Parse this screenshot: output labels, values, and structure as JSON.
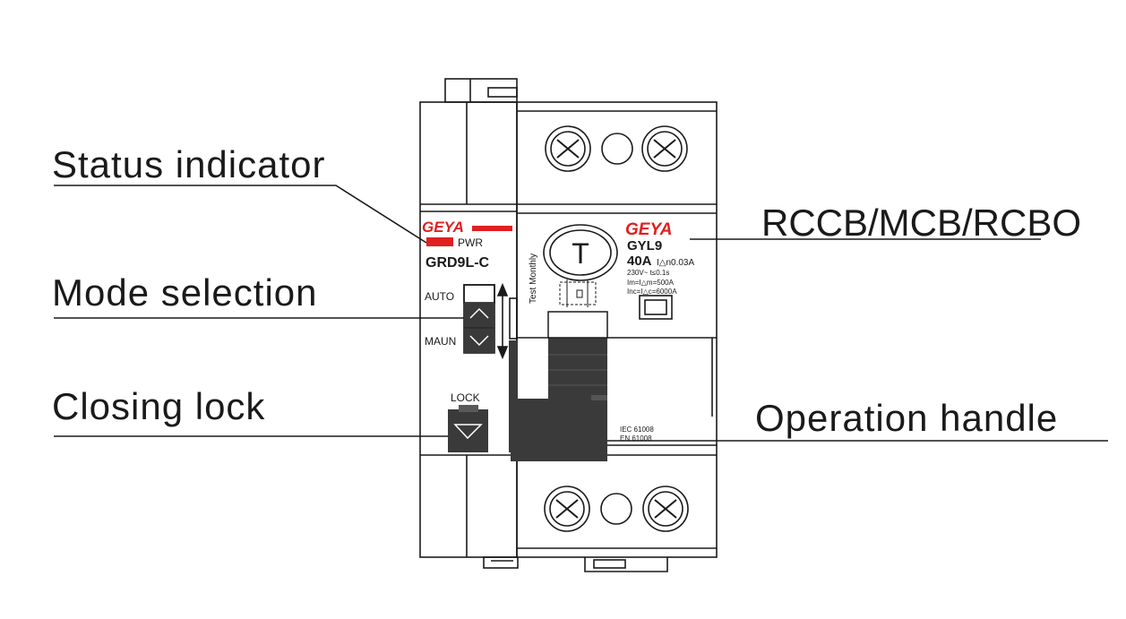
{
  "callouts": {
    "status_indicator": "Status indicator",
    "mode_selection": "Mode selection",
    "closing_lock": "Closing lock",
    "rccb_mcb_rcbo": "RCCB/MCB/RCBO",
    "operation_handle": "Operation handle"
  },
  "left_module": {
    "brand": "GEYA",
    "pwr_label": "PWR",
    "model": "GRD9L-C",
    "auto_label": "AUTO",
    "maun_label": "MAUN",
    "lock_label": "LOCK"
  },
  "right_module": {
    "brand": "GEYA",
    "model": "GYL9",
    "rating": "40A",
    "sensitivity": "I△n0.03A",
    "voltage_time": "230V~  t≤0.1s",
    "im_rating": "Im=I△m=500A",
    "inc_rating": "Inc=I△c=6000A",
    "test_button": "T",
    "test_monthly": "Test Monthly",
    "standard_1": "IEC 61008",
    "standard_2": "EN 61008"
  },
  "colors": {
    "brand_red": "#e02020",
    "line": "#1a1a1a",
    "dark_handle": "#3a3a3a",
    "mid_grey": "#5a5a5a"
  }
}
